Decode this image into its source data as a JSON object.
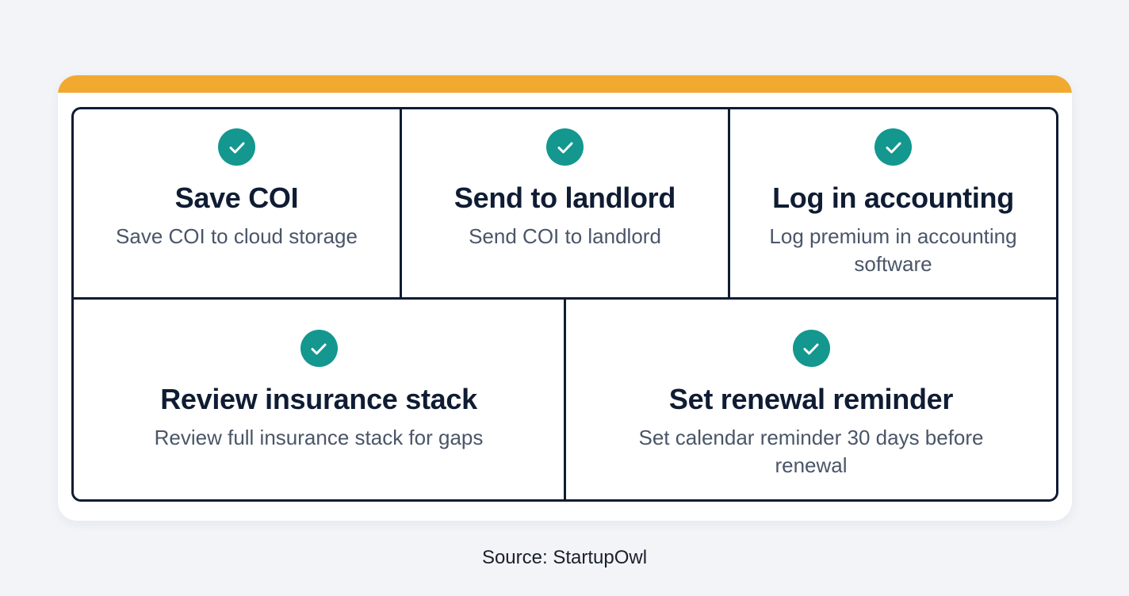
{
  "colors": {
    "accent_bar": "#f2a930",
    "check_circle": "#13978f",
    "border": "#0f1c33",
    "title_text": "#0f1c33",
    "description_text": "#4a5568",
    "background": "#f2f4f8"
  },
  "items": [
    {
      "icon": "check-circle-icon",
      "title": "Save COI",
      "description": "Save COI to cloud storage"
    },
    {
      "icon": "check-circle-icon",
      "title": "Send to landlord",
      "description": "Send COI to landlord"
    },
    {
      "icon": "check-circle-icon",
      "title": "Log in accounting",
      "description": "Log premium in accounting software"
    },
    {
      "icon": "check-circle-icon",
      "title": "Review insurance stack",
      "description": "Review full insurance stack for gaps"
    },
    {
      "icon": "check-circle-icon",
      "title": "Set renewal reminder",
      "description": "Set calendar reminder 30 days before renewal"
    }
  ],
  "footer": {
    "source": "Source: StartupOwl"
  }
}
